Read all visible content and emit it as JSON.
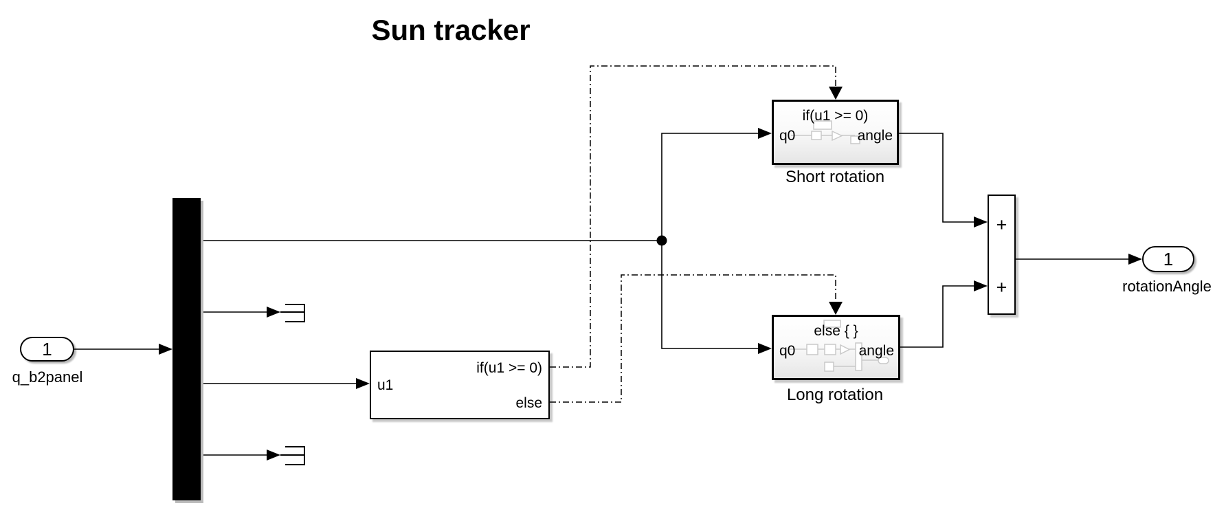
{
  "title": "Sun tracker",
  "inport": {
    "value": "1",
    "label": "q_b2panel"
  },
  "if_block": {
    "input_label": "u1",
    "output1_label": "if(u1 >= 0)",
    "output2_label": "else"
  },
  "short_rotation": {
    "header": "if(u1 >= 0)",
    "input_label": "q0",
    "output_label": "angle",
    "name": "Short rotation"
  },
  "long_rotation": {
    "header": "else { }",
    "input_label": "q0",
    "output_label": "angle",
    "name": "Long rotation"
  },
  "sum_block": {
    "input1_sign": "+",
    "input2_sign": "+"
  },
  "outport": {
    "value": "1",
    "label": "rotationAngle"
  },
  "colors": {
    "wire": "#000000",
    "block_border": "#000000",
    "ghost": "#c9c9c9",
    "background": "#ffffff"
  }
}
